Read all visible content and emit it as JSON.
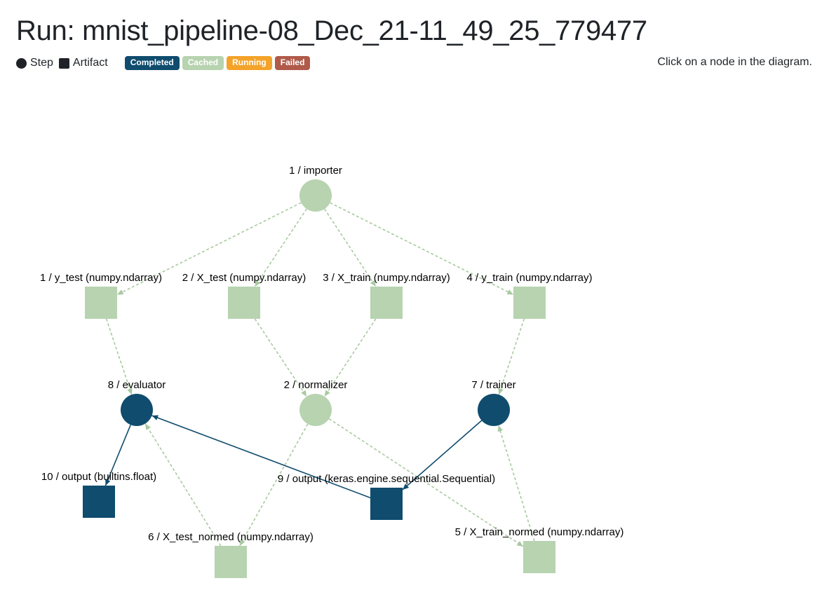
{
  "title": "Run: mnist_pipeline-08_Dec_21-11_49_25_779477",
  "legend": {
    "step_label": "Step",
    "artifact_label": "Artifact"
  },
  "statuses": [
    {
      "key": "completed",
      "label": "Completed",
      "color": "#0f4c6e"
    },
    {
      "key": "cached",
      "label": "Cached",
      "color": "#b7d3b0"
    },
    {
      "key": "running",
      "label": "Running",
      "color": "#f4a32a"
    },
    {
      "key": "failed",
      "label": "Failed",
      "color": "#b05a4a"
    }
  ],
  "hint": "Click on a node in the diagram.",
  "nodes": [
    {
      "id": "s1",
      "kind": "step",
      "label": "1 / importer",
      "status": "cached"
    },
    {
      "id": "a1",
      "kind": "artifact",
      "label": "1 / y_test (numpy.ndarray)",
      "status": "cached"
    },
    {
      "id": "a2",
      "kind": "artifact",
      "label": "2 / X_test (numpy.ndarray)",
      "status": "cached"
    },
    {
      "id": "a3",
      "kind": "artifact",
      "label": "3 / X_train (numpy.ndarray)",
      "status": "cached"
    },
    {
      "id": "a4",
      "kind": "artifact",
      "label": "4 / y_train (numpy.ndarray)",
      "status": "cached"
    },
    {
      "id": "s8",
      "kind": "step",
      "label": "8 / evaluator",
      "status": "completed"
    },
    {
      "id": "s2",
      "kind": "step",
      "label": "2 / normalizer",
      "status": "cached"
    },
    {
      "id": "s7",
      "kind": "step",
      "label": "7 / trainer",
      "status": "completed"
    },
    {
      "id": "a10",
      "kind": "artifact",
      "label": "10 / output (builtins.float)",
      "status": "completed"
    },
    {
      "id": "a9",
      "kind": "artifact",
      "label": "9 / output (keras.engine.sequential.Sequential)",
      "status": "completed"
    },
    {
      "id": "a6",
      "kind": "artifact",
      "label": "6 / X_test_normed (numpy.ndarray)",
      "status": "cached"
    },
    {
      "id": "a5",
      "kind": "artifact",
      "label": "5 / X_train_normed (numpy.ndarray)",
      "status": "cached"
    }
  ],
  "edges": [
    {
      "from": "s1",
      "to": "a1",
      "status": "cached"
    },
    {
      "from": "s1",
      "to": "a2",
      "status": "cached"
    },
    {
      "from": "s1",
      "to": "a3",
      "status": "cached"
    },
    {
      "from": "s1",
      "to": "a4",
      "status": "cached"
    },
    {
      "from": "a1",
      "to": "s8",
      "status": "cached"
    },
    {
      "from": "a2",
      "to": "s2",
      "status": "cached"
    },
    {
      "from": "a3",
      "to": "s2",
      "status": "cached"
    },
    {
      "from": "a4",
      "to": "s7",
      "status": "cached"
    },
    {
      "from": "s8",
      "to": "a10",
      "status": "completed"
    },
    {
      "from": "a9",
      "to": "s8",
      "status": "completed"
    },
    {
      "from": "a6",
      "to": "s8",
      "status": "cached"
    },
    {
      "from": "s2",
      "to": "a6",
      "status": "cached"
    },
    {
      "from": "s2",
      "to": "a5",
      "status": "cached"
    },
    {
      "from": "s7",
      "to": "a9",
      "status": "completed"
    },
    {
      "from": "a5",
      "to": "s7",
      "status": "cached"
    }
  ]
}
